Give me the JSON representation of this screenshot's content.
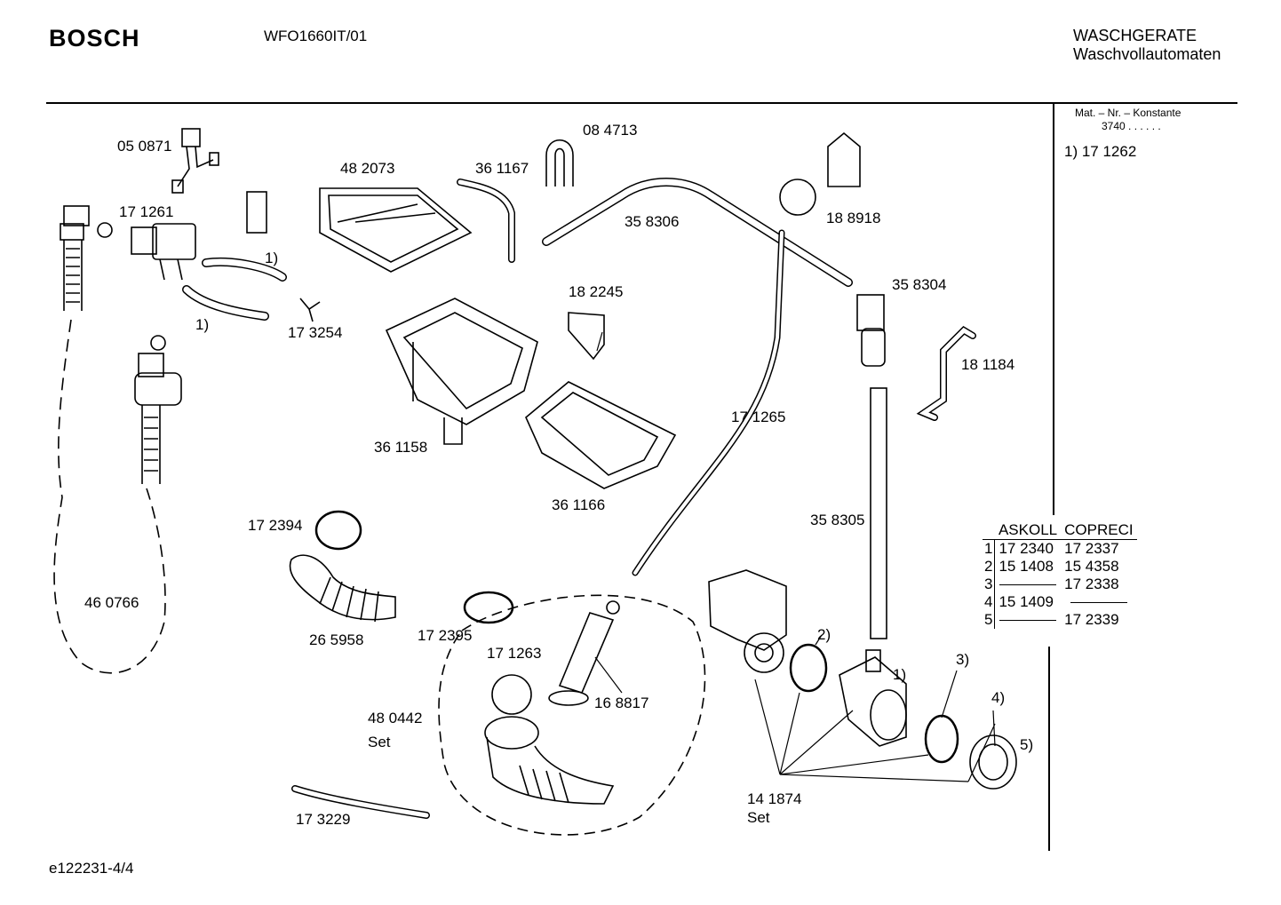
{
  "header": {
    "brand": "BOSCH",
    "model": "WFO1660IT/01",
    "category_line1": "WASCHGERATE",
    "category_line2": "Waschvollautomaten"
  },
  "sidebar": {
    "mat_heading": "Mat. – Nr. – Konstante",
    "mat_value": "3740 . . . . . .",
    "note": "1) 17 1262"
  },
  "parts": {
    "p050871": "05 0871",
    "p171261": "17 1261",
    "p482073": "48 2073",
    "p361167": "36 1167",
    "p084713": "08 4713",
    "p358306": "35 8306",
    "p188918": "18 8918",
    "p358304": "35 8304",
    "p182245": "18 2245",
    "p173254": "17 3254",
    "p181184": "18 1184",
    "p171265": "17 1265",
    "p361158": "36 1158",
    "p361166": "36 1166",
    "p460766": "46 0766",
    "p172394": "17 2394",
    "p265958": "26 5958",
    "p172395": "17 2395",
    "p171263": "17 1263",
    "p168817": "16 8817",
    "p480442": "48 0442",
    "set1": "Set",
    "p173229": "17 3229",
    "p358305": "35 8305",
    "p141874": "14 1874",
    "set2": "Set",
    "r1a": "1)",
    "r1b": "1)",
    "r1c": "1)",
    "r2": "2)",
    "r3": "3)",
    "r4": "4)",
    "r5": "5)"
  },
  "pump_table": {
    "headers": [
      "ASKOLL",
      "COPRECI"
    ],
    "rows": [
      {
        "idx": "1",
        "askoll": "17 2340",
        "copreci": "17 2337"
      },
      {
        "idx": "2",
        "askoll": "15 1408",
        "copreci": "15 4358"
      },
      {
        "idx": "3",
        "askoll": "",
        "copreci": "17 2338"
      },
      {
        "idx": "4",
        "askoll": "15 1409",
        "copreci": ""
      },
      {
        "idx": "5",
        "askoll": "",
        "copreci": "17 2339"
      }
    ]
  },
  "footer": {
    "code": "e122231-4/4"
  }
}
